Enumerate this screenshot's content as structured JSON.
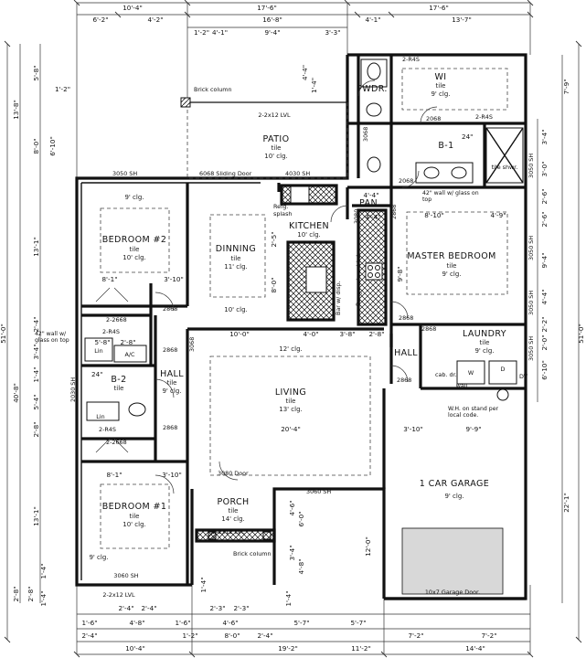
{
  "rooms": {
    "patio": {
      "name": "PATIO",
      "finish": "tile",
      "ceiling": "10' clg."
    },
    "pwdr": {
      "name": "PWDR."
    },
    "wi": {
      "name": "WI",
      "finish": "tile",
      "ceiling": "9' clg."
    },
    "b1": {
      "name": "B-1"
    },
    "bedroom2": {
      "name": "BEDROOM #2",
      "finish": "tile",
      "ceiling": "10' clg.",
      "ceiling_note": "9' clg."
    },
    "dining": {
      "name": "DINNING",
      "finish": "tile",
      "ceiling": "11' clg.",
      "ceiling_note": "10' clg."
    },
    "kitchen": {
      "name": "KITCHEN",
      "ceiling": "10' clg."
    },
    "pan": {
      "name": "PAN"
    },
    "master": {
      "name": "MASTER BEDROOM",
      "finish": "tile",
      "ceiling": "9' clg."
    },
    "laundry": {
      "name": "LAUNDRY",
      "finish": "tile",
      "ceiling": "9' clg."
    },
    "hall_right": {
      "name": "HALL"
    },
    "hall_left": {
      "name": "HALL",
      "finish": "tile",
      "ceiling": "9' clg."
    },
    "b2": {
      "name": "B-2",
      "finish": "tile"
    },
    "living": {
      "name": "LIVING",
      "finish": "tile",
      "ceiling": "13' clg.",
      "ceiling_note": "12' clg."
    },
    "garage": {
      "name": "1 CAR GARAGE",
      "ceiling": "9' clg."
    },
    "porch": {
      "name": "PORCH",
      "finish": "tile",
      "ceiling": "14' clg."
    },
    "bedroom1": {
      "name": "BEDROOM #1",
      "finish": "tile",
      "ceiling": "10' clg.",
      "ceiling_note": "9' clg."
    }
  },
  "notes": {
    "brick_column_top": "Brick column",
    "lvl_top": "2-2x12 LVL",
    "lvl_porch": "2-2x12 LVL",
    "lvl_bottom": "2-2x12 LVL",
    "brick_column_bottom": "Brick column",
    "sliding_door": "6068 Sliding Door",
    "window_3050_top": "3050 SH",
    "window_4030_top": "4030 SH",
    "window_3060_bottom": "3060 SH",
    "window_3060_porch": "3060 SH",
    "door_3080": "3080 Door",
    "garage_door": "10x7 Garage Door.",
    "wall_glass_master": "42\" wall w/ glass on top",
    "wall_glass_left": "42\" wall w/ glass on top",
    "wh_note": "W.H. on stand per local code.",
    "tile_shwr": "tile shwr.",
    "refg": "Refg.",
    "splash": "splash",
    "range": "Range w/ vent hd.",
    "bar": "Bar w/ disp.",
    "ac": "A/C",
    "lin_left": "Lin",
    "lin_b2": "Lin",
    "cab_dr": "cab. dr.",
    "dv": "DV",
    "w": "W",
    "d": "D",
    "wall_label": "wall"
  },
  "doors": {
    "d2068_b1": "2068",
    "d3068_b1": "3068",
    "d2068_b1b": "2068",
    "d2r4s_wi": "2-R4S",
    "d2r4s_pwdr": "2-R4S",
    "d2868_dining": "2868",
    "d2668_bed2": "2-2668",
    "d2r4s_hall": "2-R4S",
    "d2868_hallL": "2868",
    "d2868_hallL2": "2868",
    "d2668_bed1": "2-2668",
    "d2r4s_b2": "2-R4S",
    "d2868_master": "2868",
    "d2868_hallR": "2868",
    "d2868_laundry": "2868",
    "d3068_hall": "3068",
    "d2030_b2": "2030 SH",
    "d3080_pan": "3080",
    "d2868_pan": "2868",
    "d3050_master_a": "3050 SH",
    "d3050_master_b": "3050 SH",
    "d3050_laundry_a": "3050 SH",
    "d3050_laundry_b": "3050 SH"
  },
  "dims": {
    "top_row1": [
      "10'-4\"",
      "17'-6\"",
      "17'-6\""
    ],
    "top_row2": [
      "6'-2\"",
      "4'-2\"",
      "16'-8\"",
      "4'-1\"",
      "13'-7\""
    ],
    "top_row3": [
      "1'-2\"",
      "4'-1\"",
      "9'-4\"",
      "3'-3\""
    ],
    "patio_side": "4'-4\"",
    "patio_side2": "1'-4\"",
    "left_outer": "51'-0\"",
    "left_upper": "13'-8\"",
    "left_lower": "40'-8\"",
    "left_a": "5'-8\"",
    "left_b": "1'-2\"",
    "left_c": "8'-0\"",
    "left_d": "6'-10\"",
    "left_e": "13'-1\"",
    "left_f": "2'-4\"",
    "left_g": "3'-4\"",
    "left_h": "1'-4\"",
    "left_i": "5'-4\"",
    "left_j": "2'-8\"",
    "left_k": "13'-1\"",
    "left_l": "1'-4\"",
    "left_m": "2'-8\"",
    "right_outer": "51'-0\"",
    "right_a": "7'-9\"",
    "right_b": "3'-4\"",
    "right_c": "3'-0\"",
    "right_d": "2'-6\"",
    "right_e": "2'-6\"",
    "right_f": "9'-4\"",
    "right_g": "4'-4\"",
    "right_h": "2'-2\"",
    "right_i": "2'-0\"",
    "right_j": "6'-10\"",
    "right_k": "22'-1\"",
    "bed2_w": "8'-1\"",
    "bed2_w2": "3'-10\"",
    "kitchen_v": "2'-5\"",
    "kitchen_v2": "8'-0\"",
    "row_mid": [
      "10'-0\"",
      "4'-0\"",
      "3'-8\"",
      "2'-8\""
    ],
    "master_w": "8'-10\"",
    "master_w2": "4'-9\"",
    "master_v": "9'-8\"",
    "master_top": "4'-4\"",
    "living_w": "20'-4\"",
    "garage_top": [
      "3'-10\"",
      "9'-9\""
    ],
    "bed1_w": "8'-1\"",
    "bed1_w2": "3'-10\"",
    "hall_24": "24\"",
    "b1_24": "24\"",
    "b2_dims": [
      "5'-8\"",
      "4'-4\"",
      "2'-8\""
    ],
    "porch_v": [
      "4'-6\"",
      "6'-0\"",
      "3'-4\"",
      "4'-8\""
    ],
    "porch_12": "12'-0\"",
    "bottom_row1": [
      "2'-4\"",
      "2'-4\"",
      "2'-3\"",
      "2'-3\""
    ],
    "bottom_row2": [
      "1'-6\"",
      "4'-8\"",
      "1'-6\"",
      "4'-6\"",
      "5'-7\"",
      "5'-7\""
    ],
    "bottom_row3": [
      "2'-4\"",
      "1'-2\"",
      "8'-0\"",
      "2'-4\"",
      "7'-2\"",
      "7'-2\""
    ],
    "bottom_row4": [
      "10'-4\"",
      "19'-2\"",
      "11'-2\"",
      "14'-4\""
    ],
    "bottom_left": "1'-4\"",
    "bottom_left2": "2'-8\"",
    "porch_side": "1'-4\"",
    "porch_side2": "1'-4\""
  }
}
